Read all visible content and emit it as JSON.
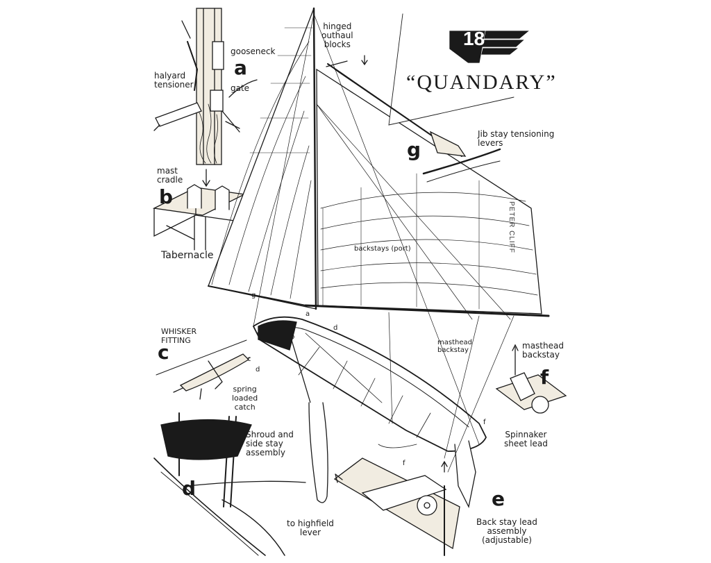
{
  "title": "“QUANDARY”",
  "emblem_number": "18",
  "signature": "PETER CLIFF",
  "detail_letters": {
    "a": "a",
    "b": "b",
    "c": "c",
    "d": "d",
    "e": "e",
    "f": "f",
    "g": "g"
  },
  "labels": {
    "gooseneck": "gooseneck",
    "halyard_tensioner": "halyard\ntensioner",
    "gate": "gate",
    "mast_cradle": "mast\ncradle",
    "tabernacle": "Tabernacle",
    "hinged_outhaul_blocks": "hinged\nouthaul\nblocks",
    "jib_stay_tensioning_levers": "Jib stay tensioning\nlevers",
    "backstays_port": "backstays (port)",
    "masthead_backstay_small": "masthead\nbackstay",
    "masthead_backstay": "masthead\nbackstay",
    "whisker_fitting": "WHISKER\nFITTING",
    "spring_loaded_catch": "spring\nloaded\ncatch",
    "spinnaker_sheet_lead": "Spinnaker\nsheet lead",
    "shroud_side_stay": "Shroud and\nside stay\nassembly",
    "to_highfield_lever": "to highfield\nlever",
    "back_stay_lead": "Back stay lead\nassembly\n(adjustable)"
  },
  "hull_markers": {
    "g": "g",
    "a": "a",
    "b": "b",
    "d": "d",
    "c": "c",
    "d2": "d",
    "f": "f",
    "f2": "f"
  },
  "colors": {
    "ink": "#1a1a1a",
    "paper": "#ffffff",
    "wood": "#f1ece1"
  }
}
